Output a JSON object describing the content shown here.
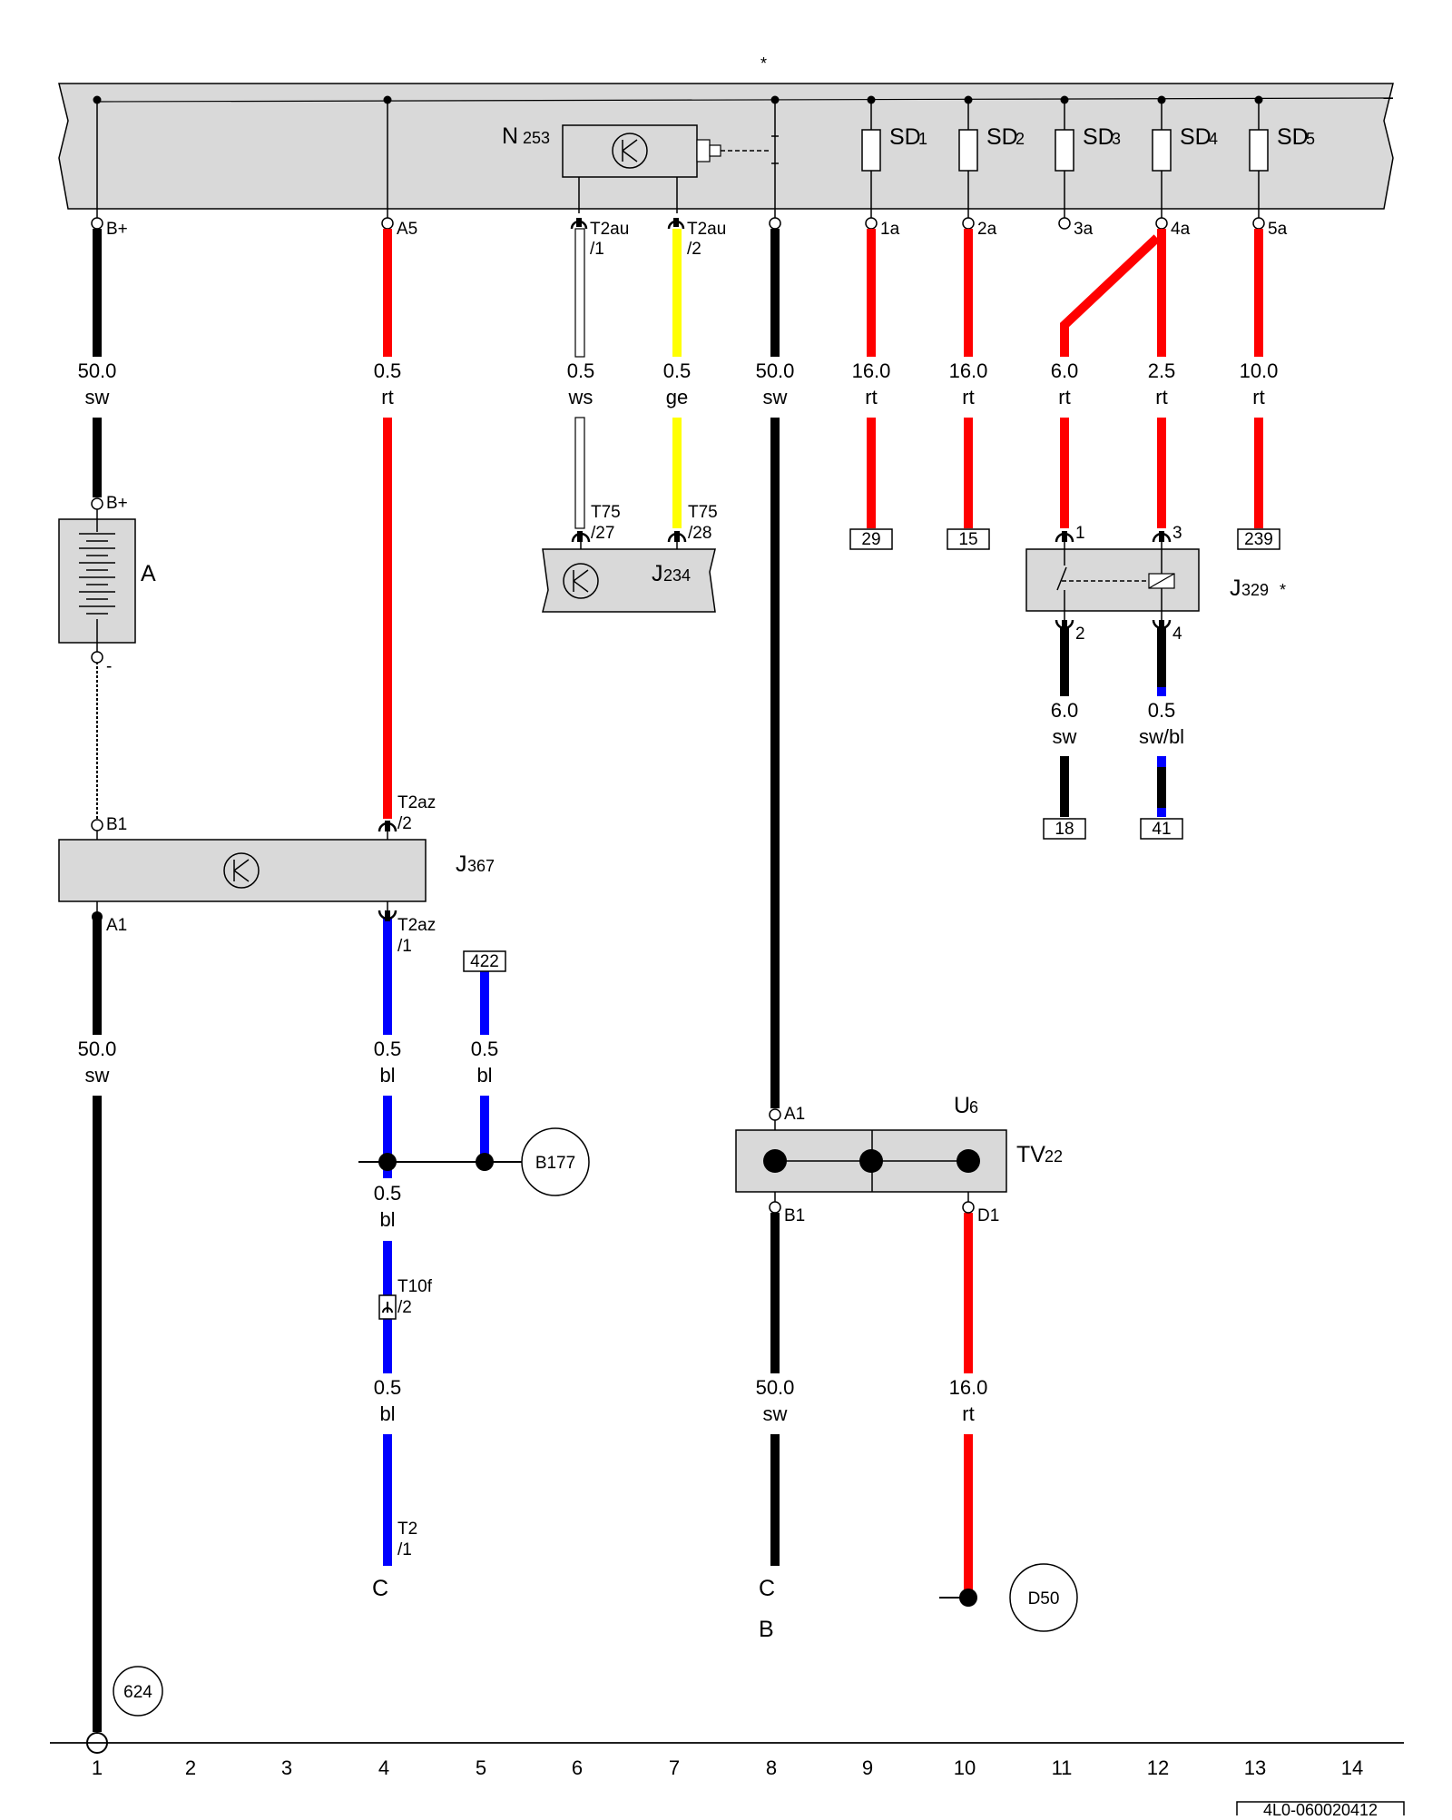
{
  "header": {
    "asterisk": "*"
  },
  "fuse_box": {
    "fuses": [
      {
        "id": "sd1",
        "main": "SD",
        "sub": "1"
      },
      {
        "id": "sd2",
        "main": "SD",
        "sub": "2"
      },
      {
        "id": "sd3",
        "main": "SD",
        "sub": "3"
      },
      {
        "id": "sd4",
        "main": "SD",
        "sub": "4"
      },
      {
        "id": "sd5",
        "main": "SD",
        "sub": "5"
      }
    ],
    "relay_n253": {
      "main": "N",
      "sub": "253"
    },
    "terminals": [
      "B+",
      "A5",
      "T2au",
      "/1",
      "T2au",
      "/2",
      "1a",
      "2a",
      "3a",
      "4a",
      "5a"
    ]
  },
  "wires": [
    {
      "gauge": "50.0",
      "color": "sw"
    },
    {
      "gauge": "0.5",
      "color": "rt"
    },
    {
      "gauge": "0.5",
      "color": "ws"
    },
    {
      "gauge": "0.5",
      "color": "ge"
    },
    {
      "gauge": "50.0",
      "color": "sw"
    },
    {
      "gauge": "16.0",
      "color": "rt"
    },
    {
      "gauge": "16.0",
      "color": "rt"
    },
    {
      "gauge": "6.0",
      "color": "rt"
    },
    {
      "gauge": "2.5",
      "color": "rt"
    },
    {
      "gauge": "10.0",
      "color": "rt"
    },
    {
      "gauge": "6.0",
      "color": "sw"
    },
    {
      "gauge": "0.5",
      "color": "sw/bl"
    },
    {
      "gauge": "50.0",
      "color": "sw"
    },
    {
      "gauge": "0.5",
      "color": "bl"
    },
    {
      "gauge": "0.5",
      "color": "bl"
    },
    {
      "gauge": "0.5",
      "color": "bl"
    },
    {
      "gauge": "0.5",
      "color": "bl"
    },
    {
      "gauge": "50.0",
      "color": "sw"
    },
    {
      "gauge": "16.0",
      "color": "rt"
    }
  ],
  "battery": {
    "label": "A",
    "plus": "B+",
    "minus": "-"
  },
  "j234": {
    "main": "J",
    "sub": "234",
    "pin_a": "T75",
    "pin_a_num": "/27",
    "pin_b": "T75",
    "pin_b_num": "/28"
  },
  "j329": {
    "main": "J",
    "sub": "329",
    "asterisk": "*",
    "pins": [
      "1",
      "3",
      "2",
      "4"
    ]
  },
  "j367": {
    "main": "J",
    "sub": "367",
    "b1": "B1",
    "a1": "A1",
    "t_top": "T2az",
    "t_top_num": "/2",
    "t_bot": "T2az",
    "t_bot_num": "/1"
  },
  "u6": {
    "main": "U",
    "sub": "6",
    "tv_main": "TV",
    "tv_sub": "22",
    "a1": "A1",
    "b1": "B1",
    "d1": "D1"
  },
  "refs": {
    "r29": "29",
    "r15": "15",
    "r239": "239",
    "r18": "18",
    "r41": "41",
    "r422": "422"
  },
  "grounds": {
    "b177": "B177",
    "d50": "D50",
    "g624": "624"
  },
  "connectors": {
    "t10f": "T10f",
    "t10f_num": "/2",
    "t2": "T2",
    "t2_num": "/1"
  },
  "continuation": {
    "c_left": "C",
    "c_right": "C",
    "b_right": "B"
  },
  "grid_numbers": [
    "1",
    "2",
    "3",
    "4",
    "5",
    "6",
    "7",
    "8",
    "9",
    "10",
    "11",
    "12",
    "13",
    "14"
  ],
  "doc_code": "4L0-060020412",
  "colors": {
    "sw": "#000000",
    "rt": "#ff0000",
    "bl": "#0000ff",
    "ge": "#ffff00",
    "ws": "#ffffff",
    "panel": "#d9d9d9"
  }
}
